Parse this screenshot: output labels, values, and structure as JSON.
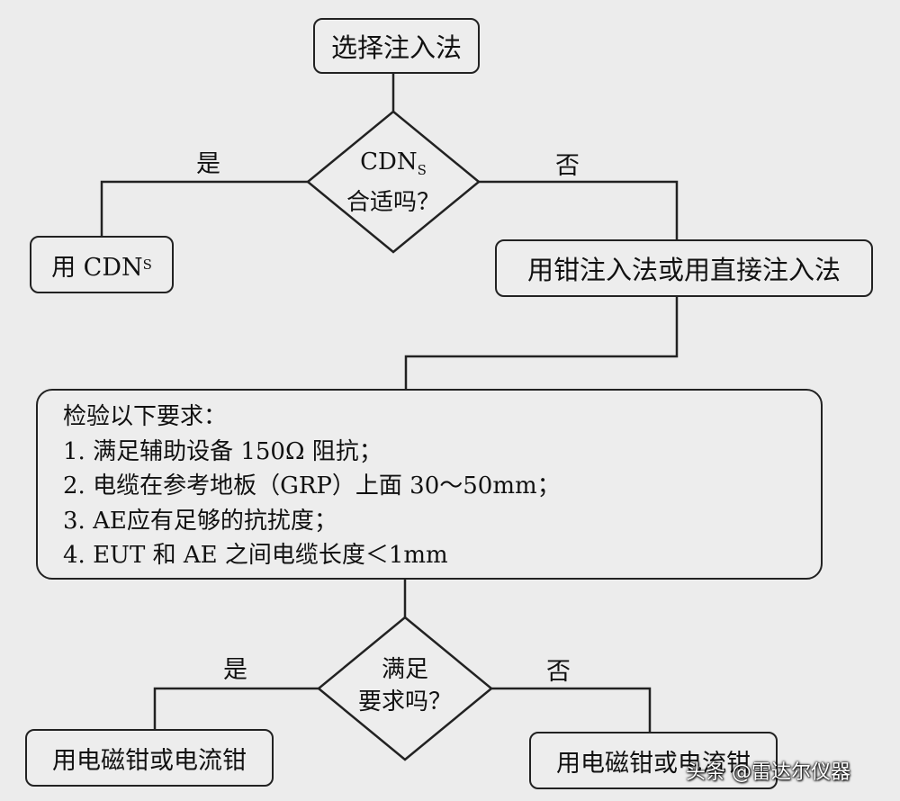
{
  "start": {
    "label": "选择注入法"
  },
  "decision1": {
    "line1": "CDN",
    "line1_sub": "S",
    "line2": "合适吗？"
  },
  "decision1_yes": "是",
  "decision1_no": "否",
  "use_cdn": {
    "label": "用 CDN",
    "label_sub": "S"
  },
  "clamp_or_direct": {
    "label": "用钳注入法或用直接注入法"
  },
  "requirements": {
    "title": "检验以下要求：",
    "items": [
      "1. 满足辅助设备 150Ω 阻抗；",
      "2. 电缆在参考地板（GRP）上面 30～50mm；",
      "3. AE应有足够的抗扰度；",
      "4. EUT 和 AE 之间电缆长度＜1mm"
    ]
  },
  "decision2": {
    "line1": "满足",
    "line2": "要求吗？"
  },
  "decision2_yes": "是",
  "decision2_no": "否",
  "result_yes": {
    "label": "用电磁钳或电流钳"
  },
  "result_no": {
    "label": "用电磁钳或电流钳"
  },
  "watermark": {
    "label": "头条 @雷达尔仪器"
  }
}
